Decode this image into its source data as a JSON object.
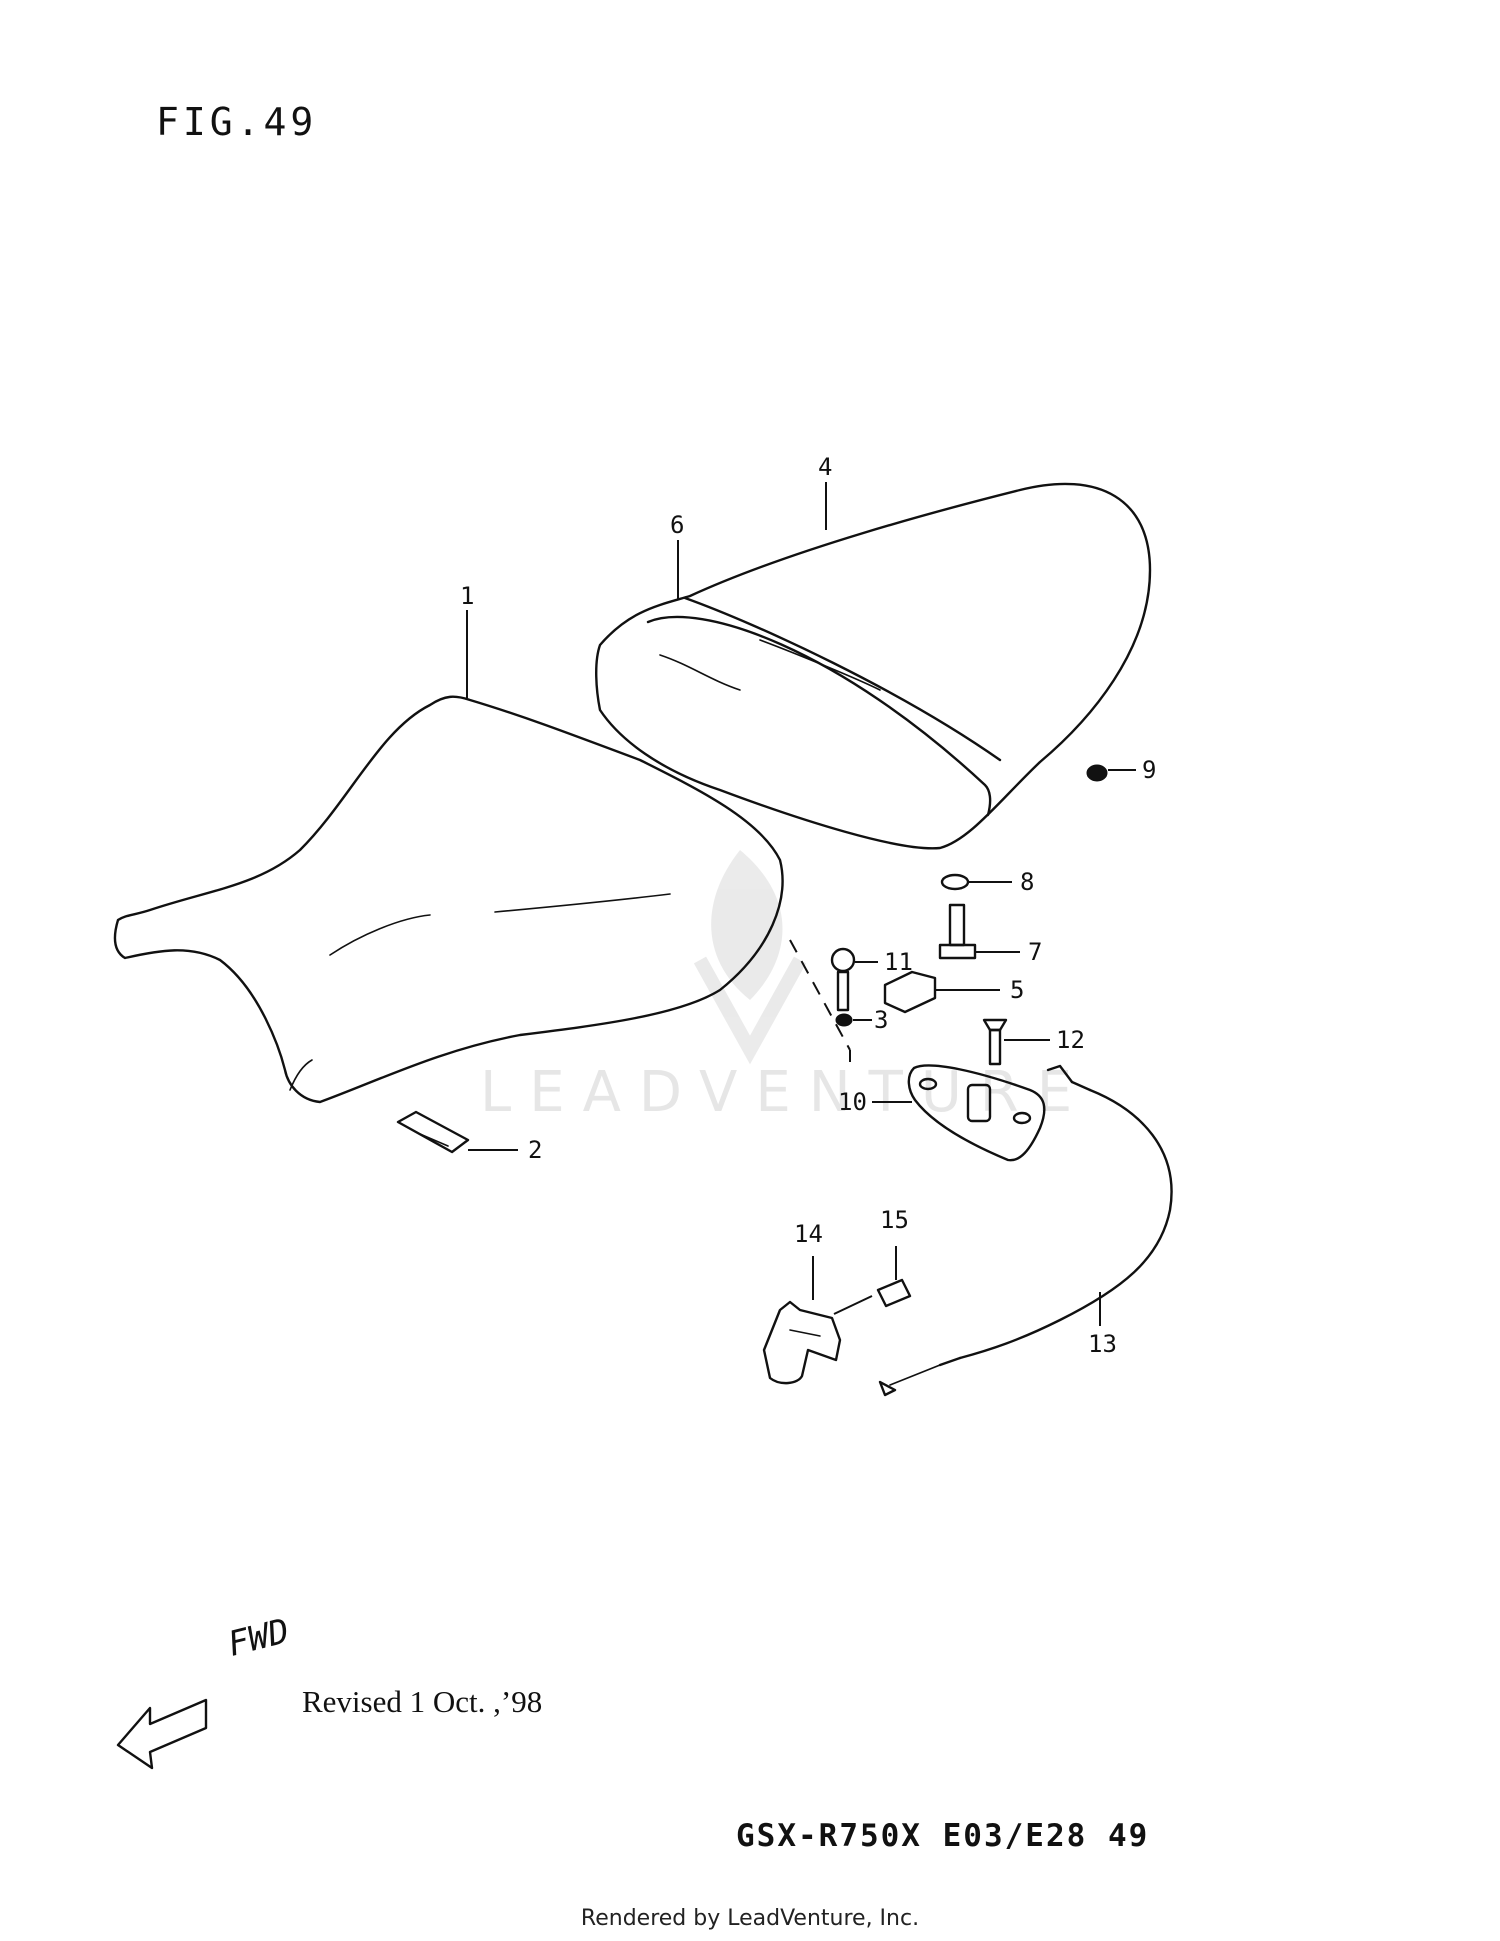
{
  "figure_title": "FIG.49",
  "watermark": "LEADVENTURE",
  "fwd_label": "FWD",
  "revision_note": "Revised 1 Oct. ,’98",
  "model_code": "GSX-R750X  E03/E28 49",
  "credit": "Rendered by LeadVenture, Inc.",
  "callouts": {
    "c1": "1",
    "c2": "2",
    "c3": "3",
    "c4": "4",
    "c5": "5",
    "c6": "6",
    "c7": "7",
    "c8": "8",
    "c9": "9",
    "c10": "10",
    "c11": "11",
    "c12": "12",
    "c13": "13",
    "c14": "14",
    "c15": "15"
  }
}
